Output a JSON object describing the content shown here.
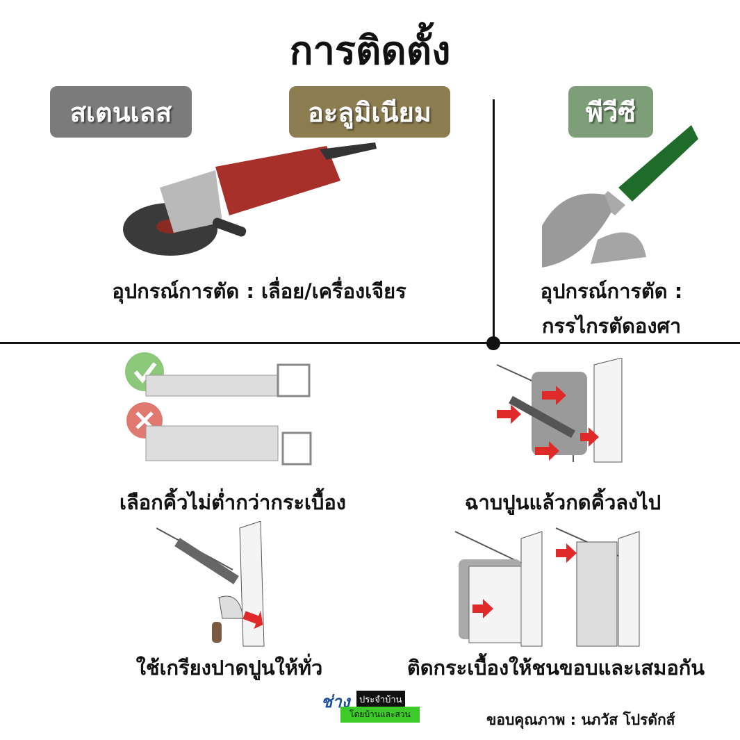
{
  "title": "การติดตั้ง",
  "materials": [
    {
      "label": "สเตนเลส",
      "color": "#7b7b7b"
    },
    {
      "label": "อะลูมิเนียม",
      "color": "#8b7d50"
    },
    {
      "label": "พีวีซี",
      "color": "#7d9e78"
    }
  ],
  "tools": {
    "metal_caption": "อุปกรณ์การตัด : เลื่อย/เครื่องเจียร",
    "pvc_caption_line1": "อุปกรณ์การตัด :",
    "pvc_caption_line2": "กรรไกรตัดองศา"
  },
  "steps": [
    {
      "caption": "เลือกคิ้วไม่ต่ำกว่ากระเบื้อง"
    },
    {
      "caption": "ฉาบปูนแล้วกดคิ้วลงไป"
    },
    {
      "caption": "ใช้เกรียงปาดปูนให้ทั่ว"
    },
    {
      "caption": "ติดกระเบื้องให้ชนขอบและเสมอกัน"
    }
  ],
  "logo": {
    "main": "ช่าง",
    "sub1": "ประจำบ้าน",
    "sub2": "โดยบ้านและสวน"
  },
  "credit": "ขอบคุณภาพ : นภวัส โปรดักส์"
}
